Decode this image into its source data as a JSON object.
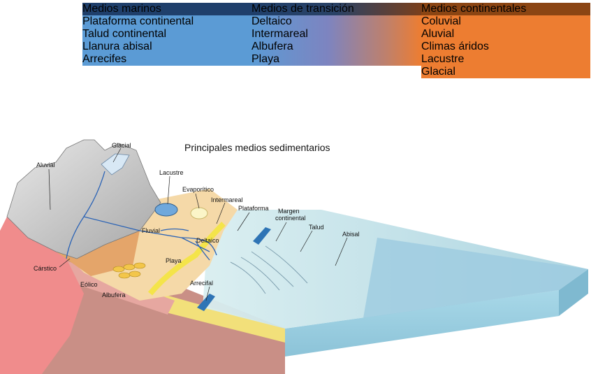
{
  "table": {
    "headers": [
      "Medios marinos",
      "Medios de transición",
      "Medios continentales"
    ],
    "marinos": [
      "Plataforma continental",
      "Talud continental",
      "Llanura abisal",
      "Arrecifes"
    ],
    "transicion": [
      "Deltaico",
      "Intermareal",
      "Albufera",
      "Playa"
    ],
    "continentales": [
      "Coluvial",
      "Aluvial",
      "Climas áridos",
      "Lacustre",
      "Glacial"
    ]
  },
  "diagram": {
    "title": "Principales medios sedimentarios",
    "labels": {
      "glacial": "Glacial",
      "aluvial": "Aluvial",
      "lacustre": "Lacustre",
      "evaporitico": "Evaporítico",
      "intermareal": "Intermareal",
      "plataforma": "Plataforma",
      "margen1": "Margen",
      "margen2": "continental",
      "talud": "Talud",
      "abisal": "Abisal",
      "fluvial": "Fluvial",
      "deltaico": "Deltaico",
      "carstico": "Cárstico",
      "playa": "Playa",
      "eolico": "Eólico",
      "albufera": "Albufera",
      "arrecifal": "Arrecifal"
    }
  },
  "colors": {
    "marine_header": "#1f3f6b",
    "marine_cell": "#5b9bd5",
    "continental_header": "#8b4513",
    "continental_cell": "#ed7d31"
  }
}
